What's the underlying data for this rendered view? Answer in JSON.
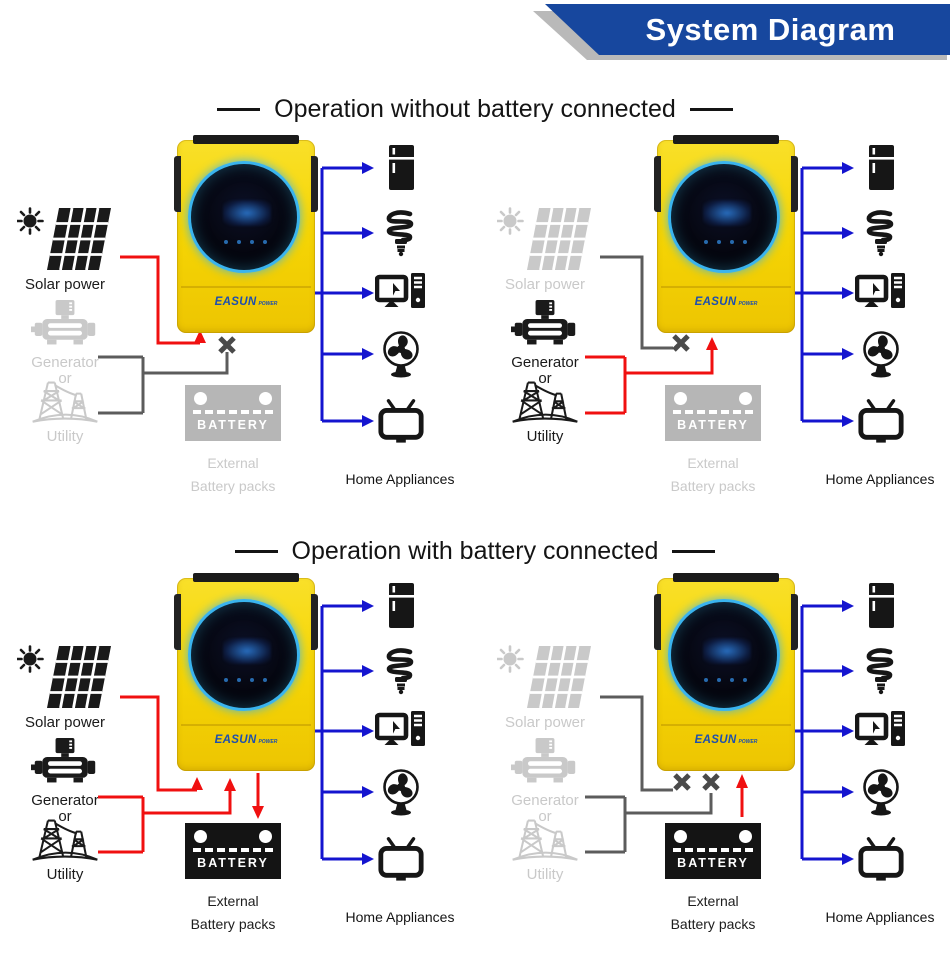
{
  "banner": {
    "title": "System Diagram"
  },
  "sections": [
    {
      "title": "Operation without battery connected"
    },
    {
      "title": "Operation with battery connected"
    }
  ],
  "labels": {
    "solar_power": "Solar power",
    "generator": "Generator",
    "or": "or",
    "utility": "Utility",
    "battery": "BATTERY",
    "external_line1": "External",
    "external_line2": "Battery packs",
    "home_appliances": "Home Appliances",
    "inverter_logo_primary": "EASUN",
    "inverter_logo_secondary": "POWER"
  },
  "appliances": [
    "refrigerator",
    "cfl-bulb",
    "desktop-computer",
    "fan",
    "tv"
  ],
  "diagrams": [
    {
      "name": "solar-mode-no-battery",
      "section": 0,
      "solar_active": true,
      "grid_active": false,
      "battery_connected": false,
      "battery_flow": "none"
    },
    {
      "name": "grid-mode-no-battery",
      "section": 0,
      "solar_active": false,
      "grid_active": true,
      "battery_connected": false,
      "battery_flow": "none"
    },
    {
      "name": "solar-and-grid-charging-battery",
      "section": 1,
      "solar_active": true,
      "grid_active": true,
      "battery_connected": true,
      "battery_flow": "charging"
    },
    {
      "name": "battery-discharge-mode",
      "section": 1,
      "solar_active": false,
      "grid_active": false,
      "battery_connected": true,
      "battery_flow": "discharging"
    }
  ],
  "colors": {
    "banner_blue": "#17479e",
    "wire_blue": "#1414cf",
    "wire_red": "#f01010",
    "wire_gray": "#5c5c5c",
    "inactive_gray": "#c9c9c9",
    "inverter_yellow": "#f6d604",
    "display_ring": "#3ab4ee",
    "logo_blue": "#1d4fae"
  }
}
